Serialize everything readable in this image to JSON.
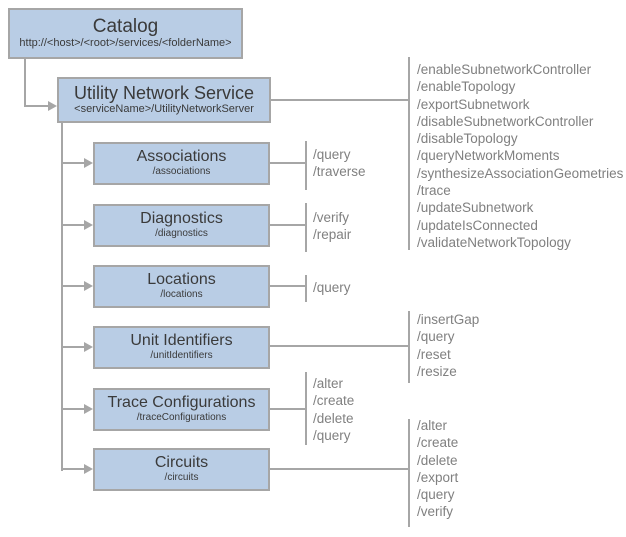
{
  "colors": {
    "box_fill": "#b9cde5",
    "box_border": "#a6a6a6",
    "connector": "#a6a6a6",
    "title_text": "#3a3a3a",
    "operation_text": "#808080"
  },
  "catalog": {
    "title": "Catalog",
    "subtitle": "http://<host>/<root>/services/<folderName>"
  },
  "service": {
    "title": "Utility Network Service",
    "subtitle": "<serviceName>/UtilityNetworkServer",
    "operations": [
      "/enableSubnetworkController",
      "/enableTopology",
      "/exportSubnetwork",
      "/disableSubnetworkController",
      "/disableTopology",
      "/queryNetworkMoments",
      "/synthesizeAssociationGeometries",
      "/trace",
      "/updateSubnetwork",
      "/updateIsConnected",
      "/validateNetworkTopology"
    ]
  },
  "children": [
    {
      "title": "Associations",
      "subtitle": "/associations",
      "operations": [
        "/query",
        "/traverse"
      ]
    },
    {
      "title": "Diagnostics",
      "subtitle": "/diagnostics",
      "operations": [
        "/verify",
        "/repair"
      ]
    },
    {
      "title": "Locations",
      "subtitle": "/locations",
      "operations": [
        "/query"
      ]
    },
    {
      "title": "Unit Identifiers",
      "subtitle": "/unitIdentifiers",
      "operations": [
        "/insertGap",
        "/query",
        "/reset",
        "/resize"
      ]
    },
    {
      "title": "Trace Configurations",
      "subtitle": "/traceConfigurations",
      "operations": [
        "/alter",
        "/create",
        "/delete",
        "/query"
      ]
    },
    {
      "title": "Circuits",
      "subtitle": "/circuits",
      "operations": [
        "/alter",
        "/create",
        "/delete",
        "/export",
        "/query",
        "/verify"
      ]
    }
  ]
}
